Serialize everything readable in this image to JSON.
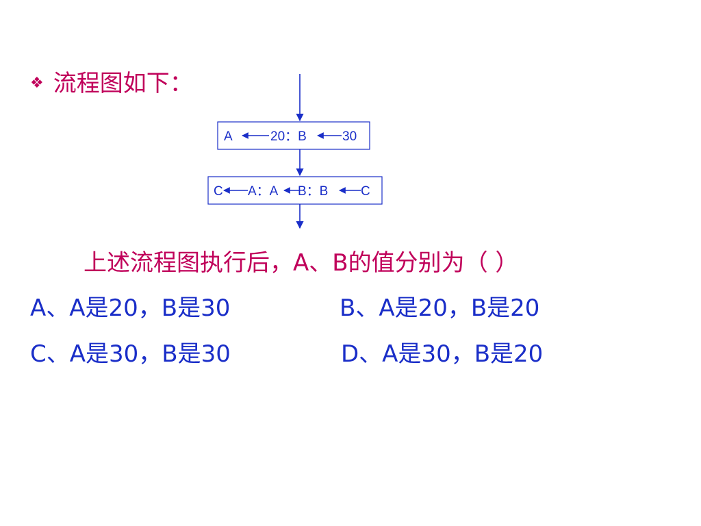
{
  "heading": {
    "bullet_icon": "diamond-bullet-icon",
    "text": "流程图如下："
  },
  "flowchart": {
    "box1": {
      "segments": [
        "A",
        "20：B",
        "30"
      ]
    },
    "box2": {
      "segments": [
        "C",
        "A：A",
        "B：B",
        "C"
      ]
    }
  },
  "question": {
    "text": "上述流程图执行后，A、B的值分别为（    ）"
  },
  "options": {
    "a": "A、A是20，B是30",
    "b": "B、A是20，B是20",
    "c": "C、A是30，B是30",
    "d": "D、A是30，B是20"
  },
  "colors": {
    "accent": "#c0005a",
    "primary": "#1a2ec8"
  }
}
